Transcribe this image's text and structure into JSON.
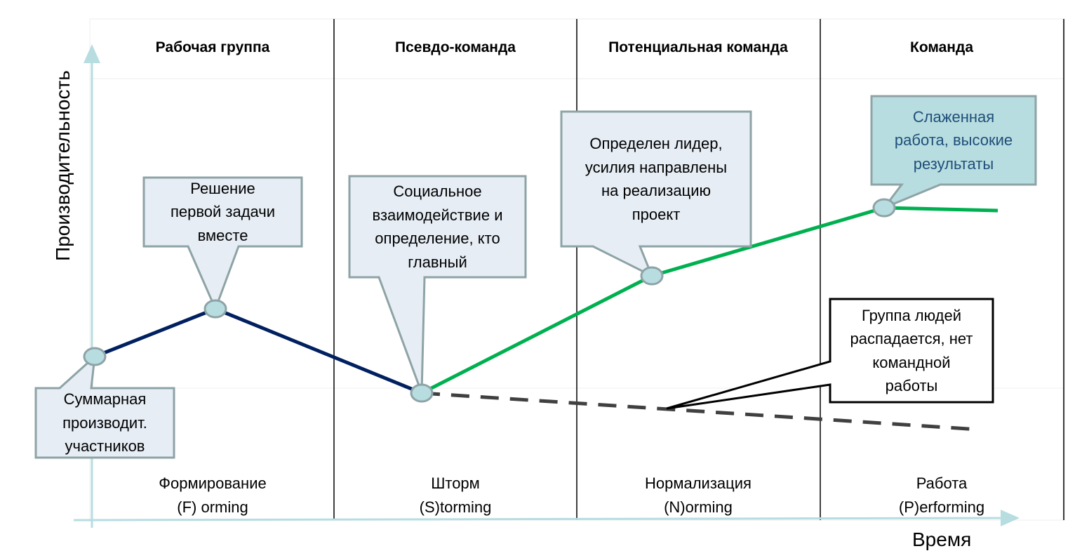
{
  "axes": {
    "y_label": "Производительность",
    "x_label": "Время"
  },
  "columns": [
    {
      "header": "Рабочая группа",
      "stage_line1": "Формирование",
      "stage_line2": "(F) orming"
    },
    {
      "header": "Псевдо-команда",
      "stage_line1": "Шторм",
      "stage_line2": "(S)torming"
    },
    {
      "header": "Потенциальная команда",
      "stage_line1": "Нормализация",
      "stage_line2": "(N)orming"
    },
    {
      "header": "Команда",
      "stage_line1": "Работа",
      "stage_line2": "(P)erforming"
    }
  ],
  "callouts": [
    {
      "lines": [
        "Суммарная",
        "производит.",
        "участников"
      ]
    },
    {
      "lines": [
        "Решение",
        "первой задачи",
        "вместе"
      ]
    },
    {
      "lines": [
        "Социальное",
        "взаимодействие и",
        "определение, кто",
        "главный"
      ]
    },
    {
      "lines": [
        "Определен лидер,",
        "усилия направлены",
        "на реализацию",
        "проект"
      ]
    },
    {
      "lines": [
        "Слаженная",
        "работа, высокие",
        "результаты"
      ]
    },
    {
      "lines": [
        "Группа людей",
        "распадается, нет",
        "командной",
        "работы"
      ]
    }
  ],
  "colors": {
    "navy": "#002060",
    "green": "#00b050",
    "dash": "#404040",
    "callout": "#e6edf5",
    "callout_accent": "#b7dde0",
    "node": "#b7dde0",
    "axis": "#b7dde0"
  }
}
